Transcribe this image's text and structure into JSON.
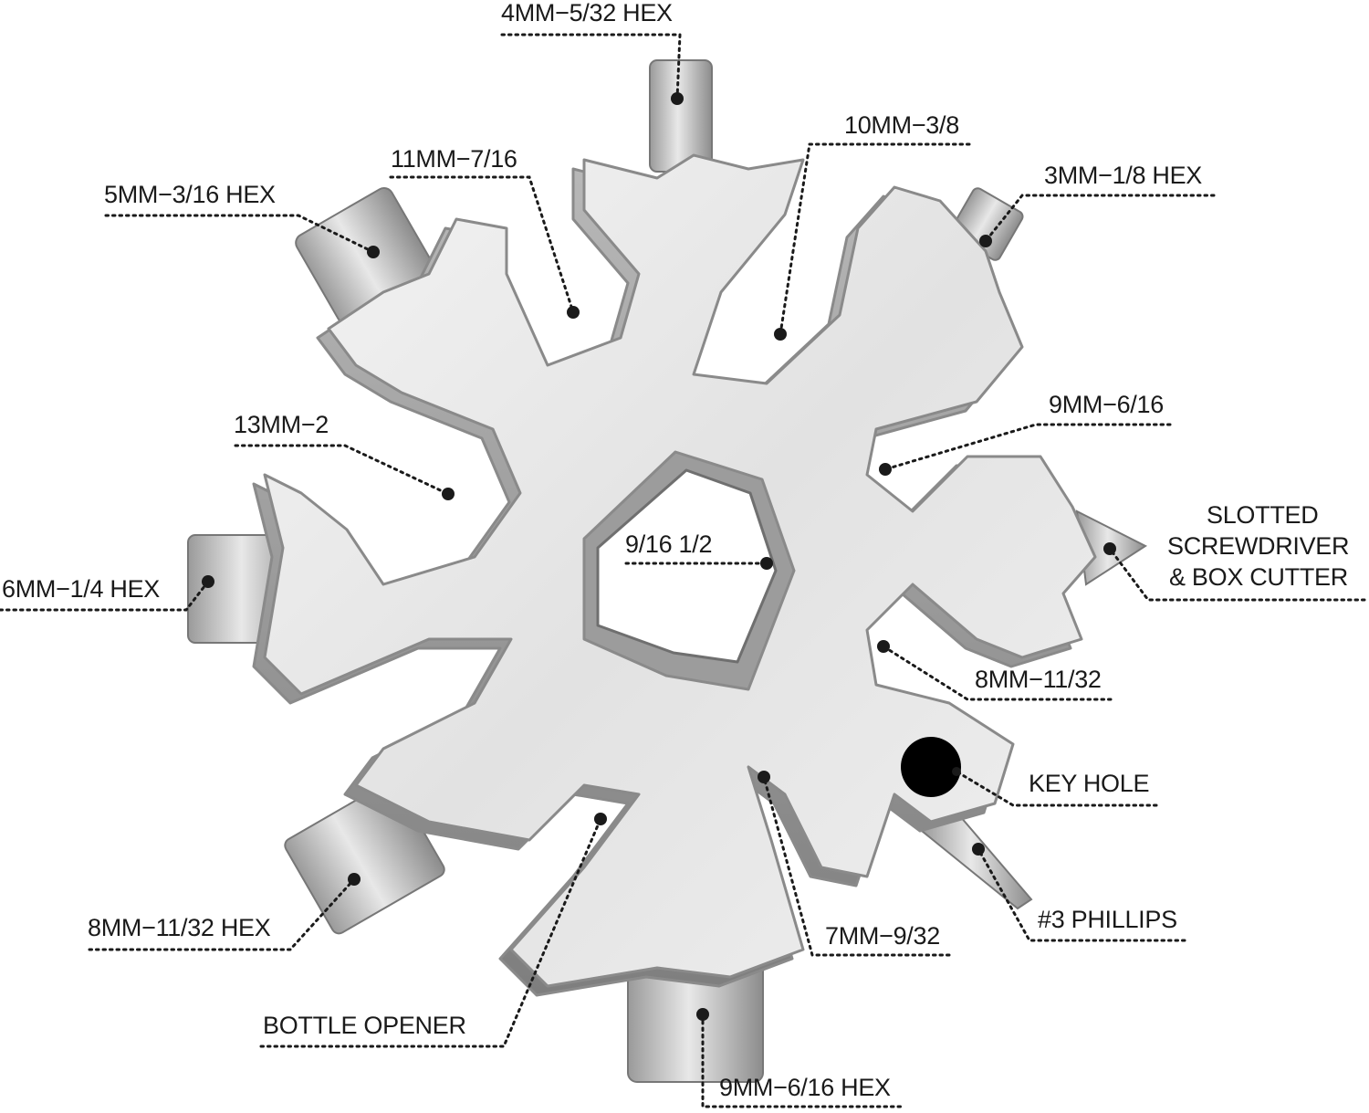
{
  "colors": {
    "background": "#ffffff",
    "metal_light": "#eeeeee",
    "metal_mid": "#c8c8c8",
    "metal_dark": "#8a8a8a",
    "ink": "#1a1a1a"
  },
  "labels": {
    "hex_4mm": "4MM−5/32 HEX",
    "wrench_10mm": "10MM−3/8",
    "wrench_11mm": "11MM−7/16",
    "hex_3mm": "3MM−1/8 HEX",
    "hex_5mm": "5MM−3/16 HEX",
    "wrench_9mm": "9MM−6/16",
    "wrench_13mm": "13MM−2",
    "slotted_line1": "SLOTTED",
    "slotted_line2": "SCREWDRIVER",
    "slotted_line3": "& BOX CUTTER",
    "center_hex": "9/16 1/2",
    "hex_6mm": "6MM−1/4 HEX",
    "wrench_8mm": "8MM−11/32",
    "key_hole": "KEY HOLE",
    "phillips": "#3 PHILLIPS",
    "hex_8mm": "8MM−11/32 HEX",
    "wrench_7mm": "7MM−9/32",
    "bottle_opener": "BOTTLE OPENER",
    "hex_9mm": "9MM−6/16 HEX"
  }
}
